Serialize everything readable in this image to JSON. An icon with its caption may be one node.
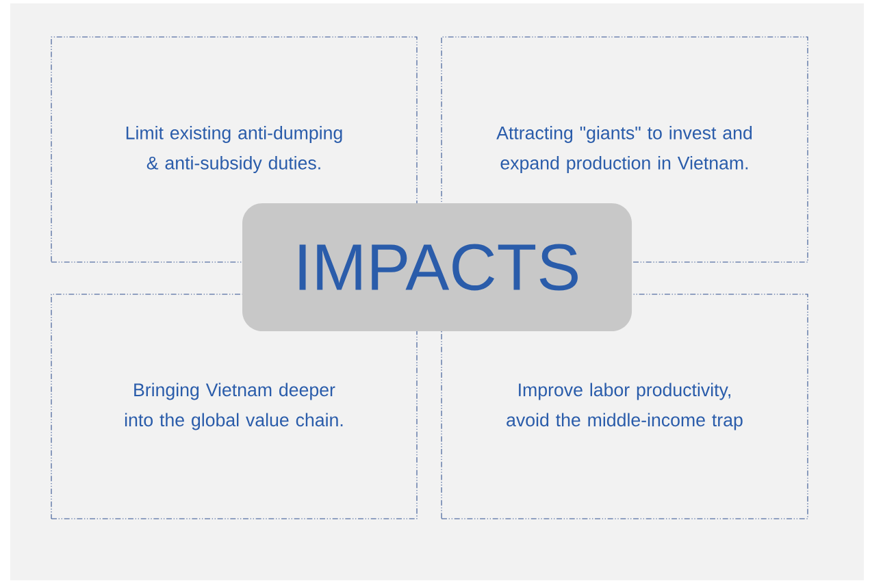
{
  "diagram": {
    "nodes": [
      {
        "text": [
          "Limit existing anti-dumping & anti-subsidy duties."
        ]
      },
      {
        "text": [
          "Attracting \"giants\" to invest and expand production in Vietnam."
        ]
      },
      {
        "text": [
          "IMPACTS"
        ]
      },
      {
        "text": [
          "Bringing Vietnam deeper into the global value chain."
        ]
      },
      {
        "text": [
          "Improve labor productivity, avoid the middle-income trap"
        ]
      }
    ]
  }
}
